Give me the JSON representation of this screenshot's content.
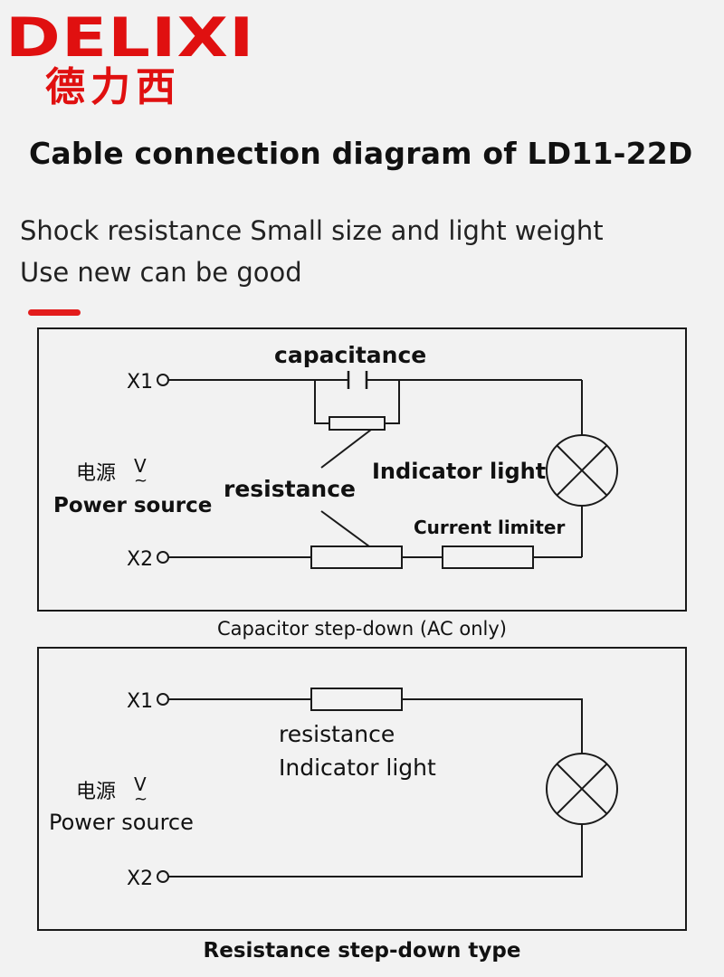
{
  "logo": {
    "brand_en": "DELIXI",
    "brand_cn": "德力西"
  },
  "title": "Cable connection diagram of LD11-22D",
  "taglines": [
    "Shock resistance Small size and light weight",
    "Use new can be good"
  ],
  "colors": {
    "accent": "#e01010",
    "line": "#1a1a1a",
    "component_fill": "#f2f2f2"
  },
  "diagram1": {
    "caption": "Capacitor step-down (AC only)",
    "terminal_x1": "X1",
    "terminal_x2": "X2",
    "capacitance_label": "capacitance",
    "resistance_label": "resistance",
    "indicator_label": "Indicator light",
    "current_limiter_label": "Current limiter",
    "power_cn": "电源",
    "power_en": "Power source",
    "voltage_symbol": "V",
    "ac_symbol": "~"
  },
  "diagram2": {
    "caption": "Resistance step-down type",
    "terminal_x1": "X1",
    "terminal_x2": "X2",
    "resistance_label": "resistance",
    "indicator_label": "Indicator light",
    "power_cn": "电源",
    "power_en": "Power source",
    "voltage_symbol": "V",
    "ac_symbol": "~"
  }
}
